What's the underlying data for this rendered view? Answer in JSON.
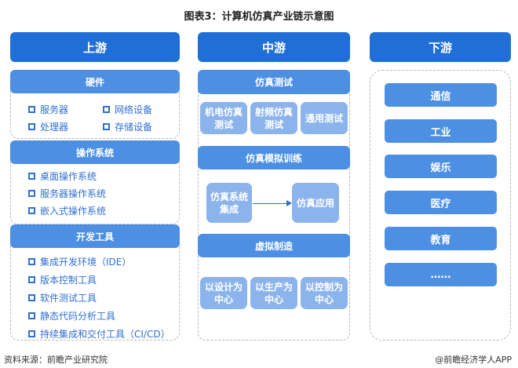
{
  "title": "图表3：计算机仿真产业链示意图",
  "columns": {
    "upstream": {
      "label": "上游",
      "sections": [
        {
          "label": "硬件",
          "items": [
            "服务器",
            "网络设备",
            "处理器",
            "存储设备"
          ]
        },
        {
          "label": "操作系统",
          "items": [
            "桌面操作系统",
            "服务器操作系统",
            "嵌入式操作系统"
          ]
        },
        {
          "label": "开发工具",
          "items": [
            "集成开发环境（IDE）",
            "版本控制工具",
            "软件测试工具",
            "静态代码分析工具",
            "持续集成和交付工具（CI/CD）"
          ]
        }
      ]
    },
    "midstream": {
      "label": "中游",
      "sections": [
        {
          "label": "仿真测试",
          "items": [
            "机电仿真测试",
            "射频仿真测试",
            "通用测试"
          ]
        },
        {
          "label": "仿真模拟训练",
          "items": [
            "仿真系统集成",
            "仿真应用"
          ]
        },
        {
          "label": "虚拟制造",
          "items": [
            "以设计为中心",
            "以生产为中心",
            "以控制为中心"
          ]
        }
      ]
    },
    "downstream": {
      "label": "下游",
      "items": [
        "通信",
        "工业",
        "娱乐",
        "医疗",
        "教育",
        "……"
      ]
    }
  },
  "footer": {
    "source": "资料来源：前瞻产业研究院",
    "credit": "@前瞻经济学人APP"
  },
  "colors": {
    "column_header": "#1f6fd6",
    "section_header": "#4d8fe3",
    "sub_box": "#8cb4ec",
    "item_text": "#2f6fd0",
    "dash_border": "#b8b8b8"
  }
}
